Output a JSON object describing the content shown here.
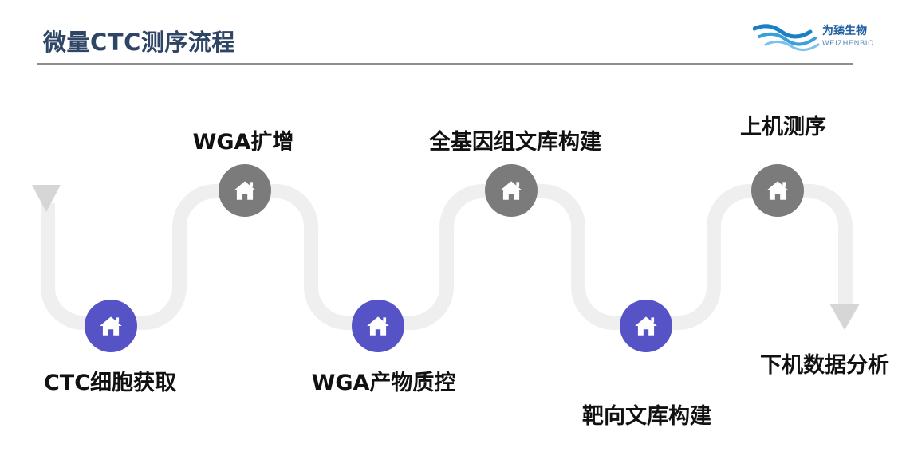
{
  "header": {
    "title": "微量CTC测序流程",
    "logo_name": "为臻生物",
    "logo_sub": "WEIZHENBIO"
  },
  "flow": {
    "steps": [
      {
        "label": "CTC细胞获取",
        "icon": "home-icon",
        "color": "#5553c6"
      },
      {
        "label": "WGA扩增",
        "icon": "home-icon",
        "color": "#7b7b7b"
      },
      {
        "label": "WGA产物质控",
        "icon": "home-icon",
        "color": "#5553c6"
      },
      {
        "label": "全基因组文库构建",
        "icon": "home-icon",
        "color": "#7b7b7b"
      },
      {
        "label": "靶向文库构建",
        "icon": "home-icon",
        "color": "#5553c6"
      },
      {
        "label": "上机测序",
        "icon": "home-icon",
        "color": "#7b7b7b"
      }
    ],
    "end_label": "下机数据分析",
    "path_color": "#efefef",
    "arrow_color": "#d6d6d6"
  }
}
